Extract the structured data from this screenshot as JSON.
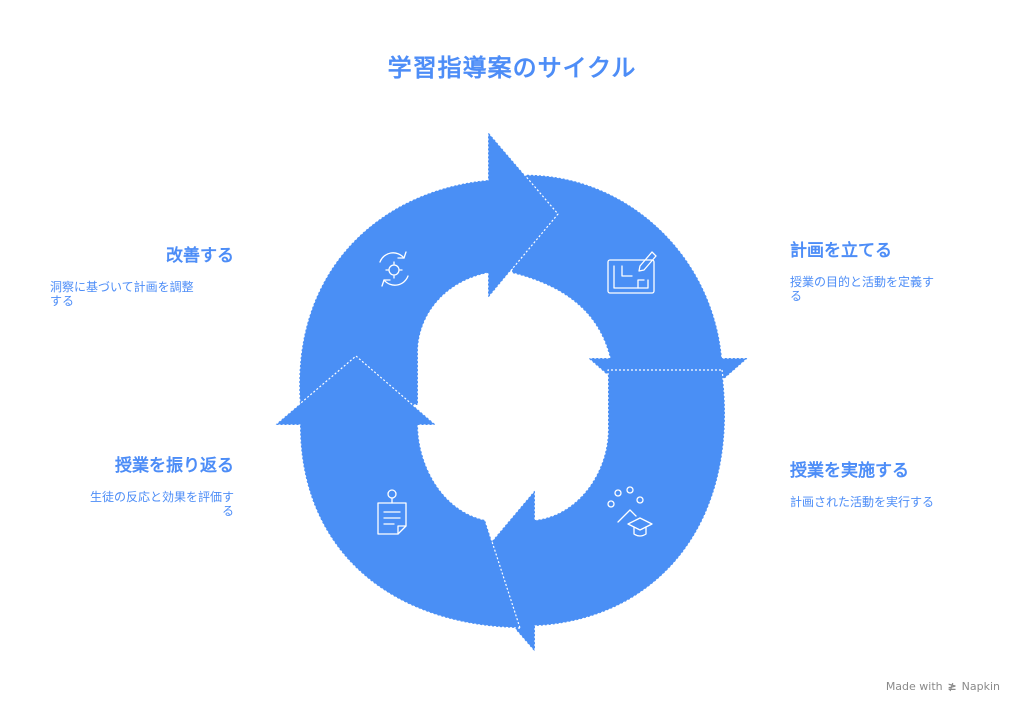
{
  "title": "学習指導案のサイクル",
  "steps": {
    "plan": {
      "heading": "計画を立てる",
      "description": "授業の目的と活動を定義す",
      "description_wrap": "る",
      "icon": "blueprint-pencil-icon"
    },
    "implement": {
      "heading": "授業を実施する",
      "description": "計画された活動を実行する",
      "icon": "graduation-cap-icon"
    },
    "reflect": {
      "heading": "授業を振り返る",
      "description": "生徒の反応と効果を評価す",
      "description_wrap": "る",
      "icon": "feedback-note-icon"
    },
    "improve": {
      "heading": "改善する",
      "description": "洞察に基づいて計画を調整",
      "description_wrap": "する",
      "icon": "refresh-gear-icon"
    }
  },
  "footer": {
    "made_with": "Made with",
    "brand": "Napkin"
  },
  "colors": {
    "accent": "#4d8df7",
    "cycle_fill": "#4a8ff5",
    "icon_stroke": "#ffffff",
    "footer_text": "#8a8a8a"
  }
}
